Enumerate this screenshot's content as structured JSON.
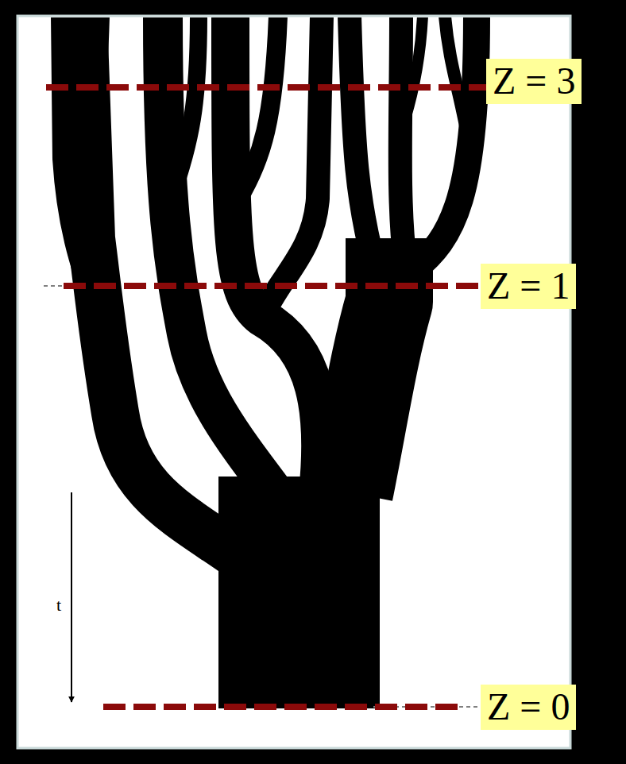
{
  "diagram": {
    "nodes": [
      {
        "text": [
          "Z = 3"
        ]
      },
      {
        "text": [
          "Z = 1"
        ]
      },
      {
        "text": [
          "Z = 0"
        ]
      }
    ],
    "labels": [
      "t"
    ]
  }
}
